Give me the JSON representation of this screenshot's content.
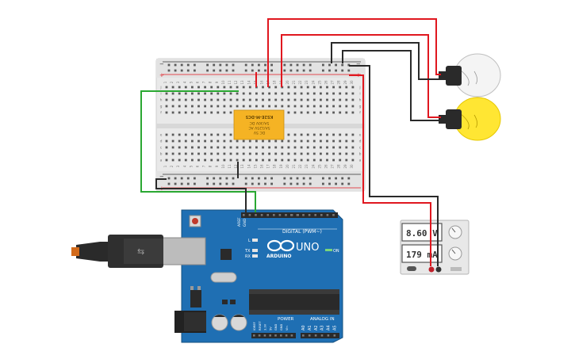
{
  "relay": {
    "line1": "DC 5V",
    "line2": "5A/125V AC",
    "line3": "5A/30V DC",
    "model": "KS2E-M-DC5"
  },
  "arduino": {
    "brand": "ARDUINO",
    "model": "UNO",
    "digital_label": "DIGITAL (PWM~)",
    "power_label": "POWER",
    "analog_label": "ANALOG IN",
    "on_label": "ON",
    "l_label": "L",
    "tx_label": "TX",
    "rx_label": "RX",
    "aref": "AREF",
    "gnd": "GND",
    "analog_pins": [
      "A0",
      "A1",
      "A2",
      "A3",
      "A4",
      "A5"
    ],
    "power_pins": [
      "IOREF",
      "RESET",
      "3.3V",
      "5V",
      "GND",
      "GND",
      "Vin"
    ]
  },
  "power_supply": {
    "voltage": "8.60 V",
    "current": "179 mA"
  },
  "breadboard": {
    "rail_minus": "−",
    "rail_plus": "+",
    "row_letters_top": [
      "j",
      "i",
      "h",
      "g",
      "f"
    ],
    "row_letters_bottom": [
      "e",
      "d",
      "c",
      "b",
      "a"
    ],
    "column_labels": [
      "1",
      "2",
      "3",
      "4",
      "5",
      "6",
      "7",
      "8",
      "9",
      "10",
      "11",
      "12",
      "13",
      "14",
      "15",
      "16",
      "17",
      "18",
      "19",
      "20",
      "21",
      "22",
      "23",
      "24",
      "25",
      "26",
      "27",
      "28",
      "29",
      "30"
    ]
  },
  "bulbs": [
    {
      "state": "off",
      "color": "#f4f4f4"
    },
    {
      "state": "on",
      "color": "#ffe633"
    }
  ],
  "colors": {
    "wire_red": "#e0171f",
    "wire_black": "#2a2a2a",
    "wire_green": "#2aa832",
    "board_blue": "#1f6fb3",
    "relay_yellow": "#f5b324"
  }
}
